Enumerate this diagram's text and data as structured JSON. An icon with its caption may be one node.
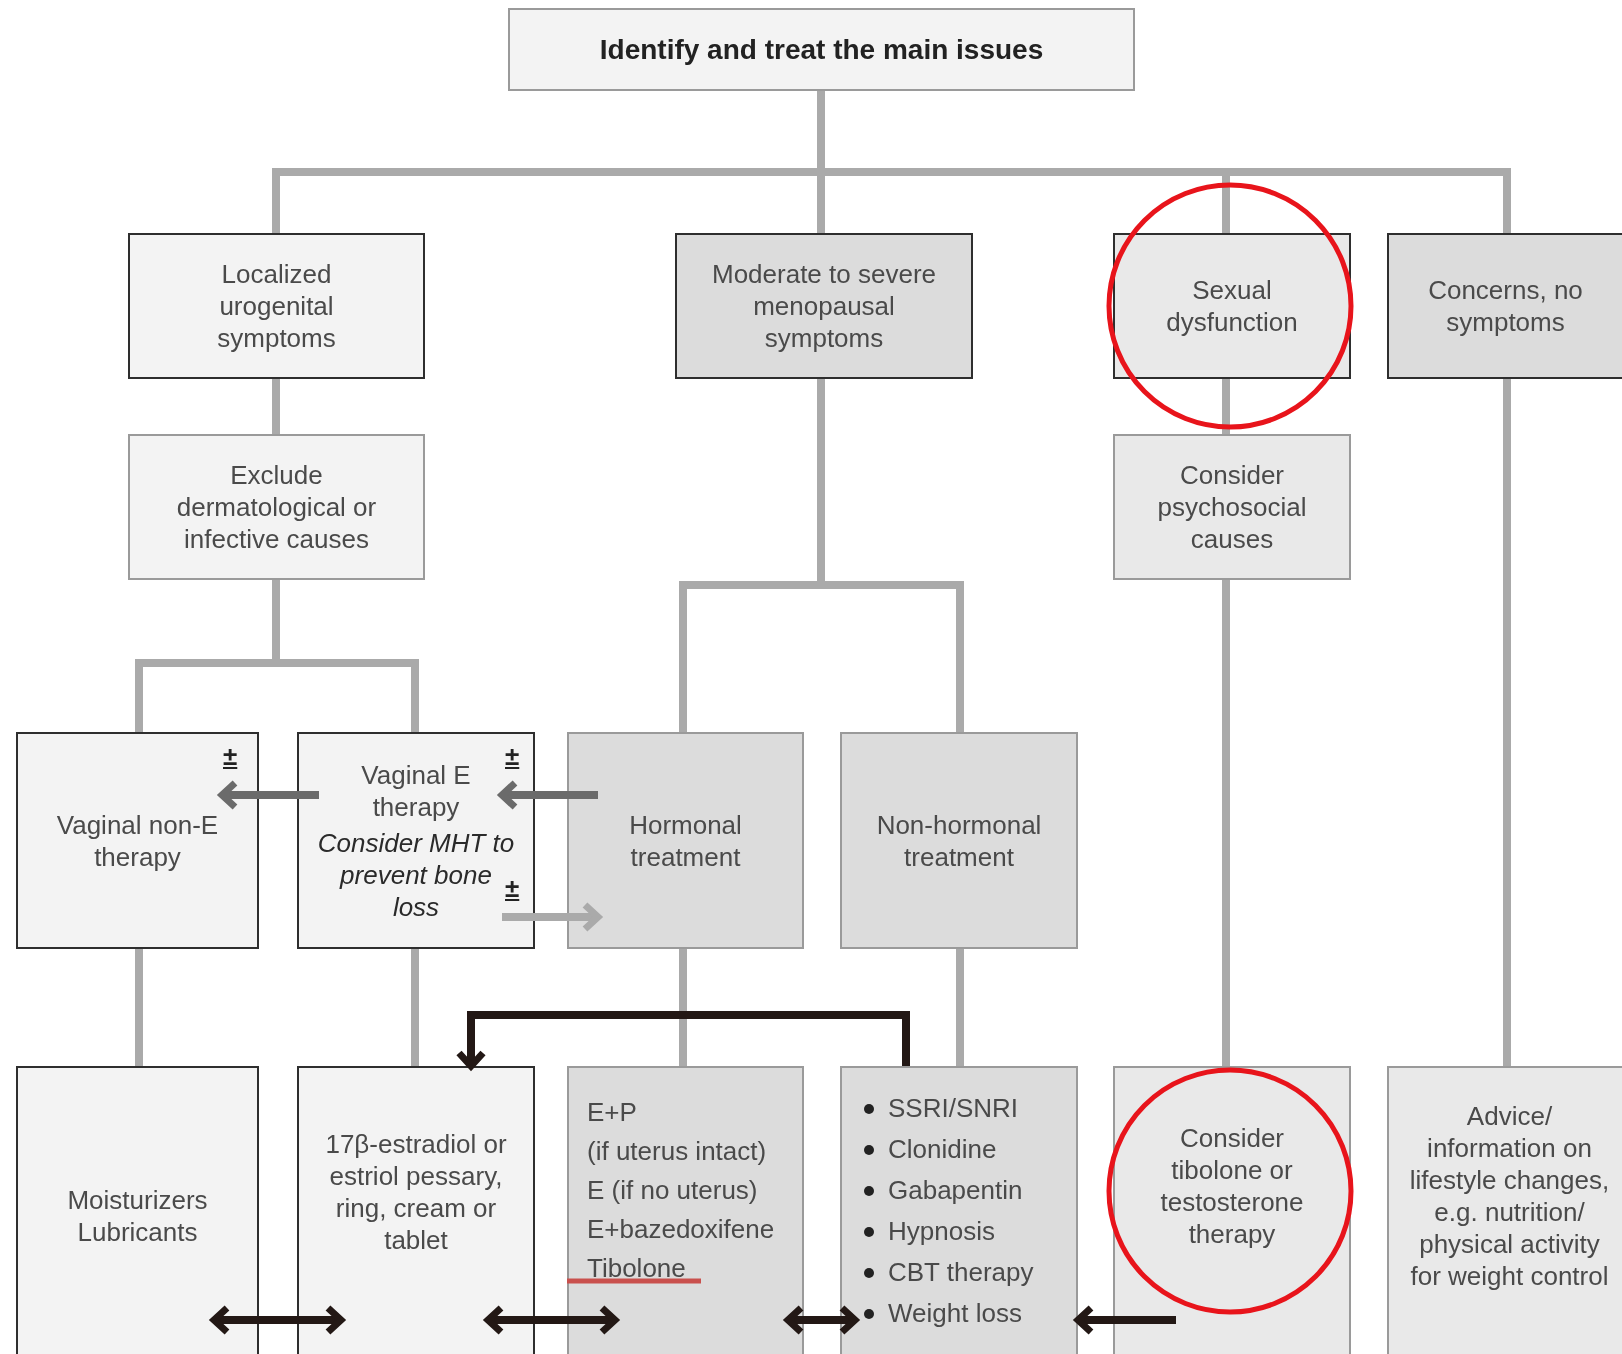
{
  "diagram": {
    "nodes": [
      {
        "text": [
          "Identify and treat the main issues"
        ]
      },
      {
        "text": [
          "Localized urogenital symptoms"
        ]
      },
      {
        "text": [
          "Moderate to severe menopausal symptoms"
        ]
      },
      {
        "text": [
          "Sexual dysfunction"
        ]
      },
      {
        "text": [
          "Concerns, no symptoms"
        ]
      },
      {
        "text": [
          "Exclude dermatological or infective causes"
        ]
      },
      {
        "text": [
          "Consider psychosocial causes"
        ]
      },
      {
        "text": [
          "Vaginal non-E therapy"
        ]
      },
      {
        "text": [
          "Vaginal E therapy",
          "Consider MHT to prevent bone loss"
        ]
      },
      {
        "text": [
          "Hormonal treatment"
        ]
      },
      {
        "text": [
          "Non-hormonal treatment"
        ]
      },
      {
        "text": [
          "Moisturizers Lubricants"
        ]
      },
      {
        "text": [
          "17β-estradiol or estriol pessary, ring, cream or tablet"
        ]
      },
      {
        "text": [
          "E+P",
          "(if uterus intact)",
          "E (if no uterus)",
          "E+bazedoxifene",
          "Tibolone"
        ]
      },
      {
        "text": [
          "SSRI/SNRI",
          "Clonidine",
          "Gabapentin",
          "Hypnosis",
          "CBT therapy",
          "Weight loss"
        ]
      },
      {
        "text": [
          "Consider tibolone or testosterone therapy"
        ]
      },
      {
        "text": [
          "Advice/ information on lifestyle changes, e.g. nutrition/ physical activity for weight control"
        ]
      }
    ],
    "edges": [
      {
        "from": 0,
        "to": 1,
        "arrow": "none"
      },
      {
        "from": 0,
        "to": 2,
        "arrow": "none"
      },
      {
        "from": 0,
        "to": 3,
        "arrow": "none"
      },
      {
        "from": 0,
        "to": 4,
        "arrow": "none"
      },
      {
        "from": 1,
        "to": 5,
        "arrow": "none"
      },
      {
        "from": 3,
        "to": 6,
        "arrow": "none"
      },
      {
        "from": 5,
        "to": 7,
        "arrow": "none"
      },
      {
        "from": 5,
        "to": 8,
        "arrow": "none"
      },
      {
        "from": 2,
        "to": 9,
        "arrow": "none"
      },
      {
        "from": 2,
        "to": 10,
        "arrow": "none"
      },
      {
        "from": 8,
        "to": 7,
        "arrow": "to",
        "color": "#6b6b6b"
      },
      {
        "from": 9,
        "to": 8,
        "arrow": "to",
        "color": "#6b6b6b"
      },
      {
        "from": 8,
        "to": 9,
        "arrow": "to"
      },
      {
        "from": 7,
        "to": 11,
        "arrow": "none"
      },
      {
        "from": 8,
        "to": 12,
        "arrow": "none"
      },
      {
        "from": 9,
        "to": 13,
        "arrow": "none"
      },
      {
        "from": 10,
        "to": 14,
        "arrow": "none"
      },
      {
        "from": 6,
        "to": 15,
        "arrow": "none"
      },
      {
        "from": 4,
        "to": 16,
        "arrow": "none"
      },
      {
        "from": 14,
        "to": 12,
        "arrow": "to",
        "color": "#231815"
      },
      {
        "from": 11,
        "to": 12,
        "arrow": "both",
        "color": "#231815"
      },
      {
        "from": 12,
        "to": 13,
        "arrow": "both",
        "color": "#231815"
      },
      {
        "from": 13,
        "to": 14,
        "arrow": "both",
        "color": "#231815"
      },
      {
        "from": 15,
        "to": 14,
        "arrow": "to",
        "color": "#231815"
      }
    ],
    "labels": [
      "±",
      "±",
      "±"
    ]
  }
}
